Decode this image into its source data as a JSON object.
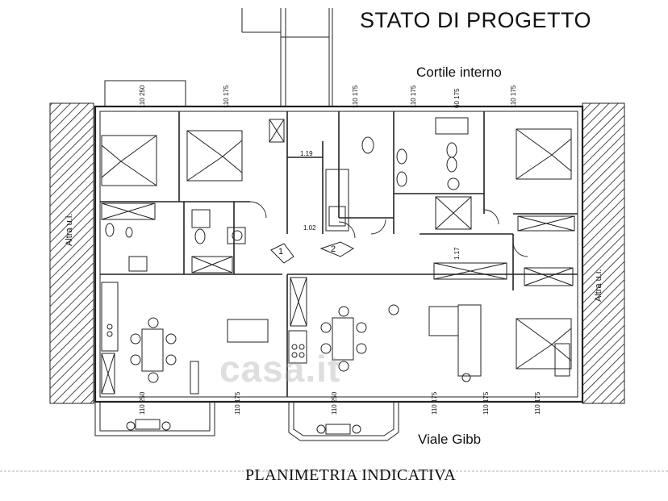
{
  "header": {
    "title": "STATO DI PROGETTO"
  },
  "labels": {
    "courtyard": "Cortile interno",
    "street": "Viale Gibb",
    "footer": "PLANIMETRIA INDICATIVA",
    "neighbor_left": "Altra u.i.",
    "neighbor_right": "Altra u.i.",
    "watermark": "casa.it"
  },
  "dimensions": {
    "d1": "1.19",
    "d2": "1.02",
    "d3": "1.17",
    "window_top": [
      "110 250",
      "110 175",
      "110 175",
      "110 175",
      "60 175",
      "110 175"
    ],
    "window_bottom": [
      "110 250",
      "110 175",
      "110 250",
      "110 175",
      "110 175",
      "110 175"
    ]
  },
  "doors": {
    "door1": "1",
    "door2": "2"
  }
}
